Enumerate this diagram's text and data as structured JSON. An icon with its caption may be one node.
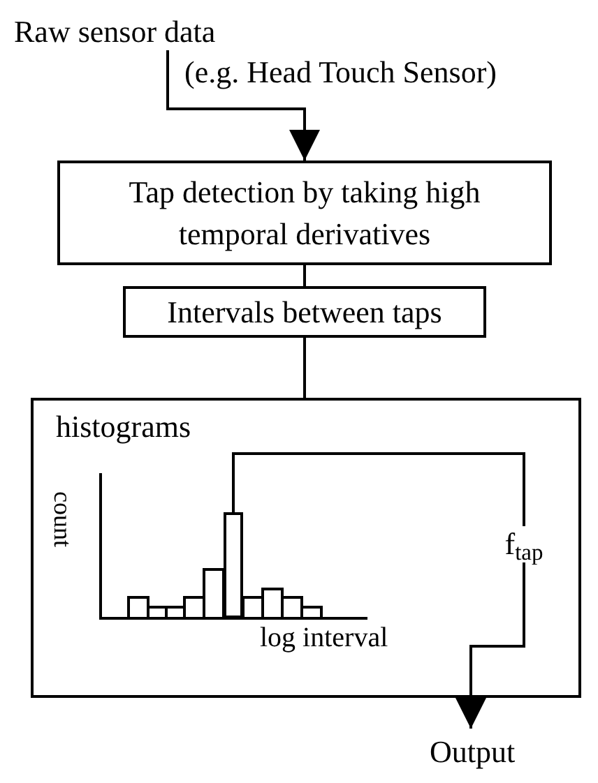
{
  "diagram": {
    "nodes": [
      {
        "text": [
          "Raw sensor data"
        ],
        "beside": [
          "(e.g. Head Touch Sensor)"
        ]
      },
      {
        "text": [
          "Tap detection by  taking high temporal derivatives"
        ]
      },
      {
        "text": [
          "Intervals between taps"
        ]
      },
      {
        "text": [
          "histograms"
        ]
      },
      {
        "text": [],
        "shape": "bar",
        "in": 3
      },
      {
        "text": [
          "Output"
        ]
      }
    ],
    "edges": [
      {
        "from": 0,
        "to": 1,
        "arrow": "to"
      },
      {
        "from": 1,
        "to": 2,
        "arrow": "none"
      },
      {
        "from": 2,
        "to": 3,
        "arrow": "none"
      },
      {
        "from": 4,
        "to": 5,
        "arrow": "to",
        "label": "f$_{tap}$"
      }
    ],
    "labels": [
      "count",
      "log interval"
    ]
  }
}
